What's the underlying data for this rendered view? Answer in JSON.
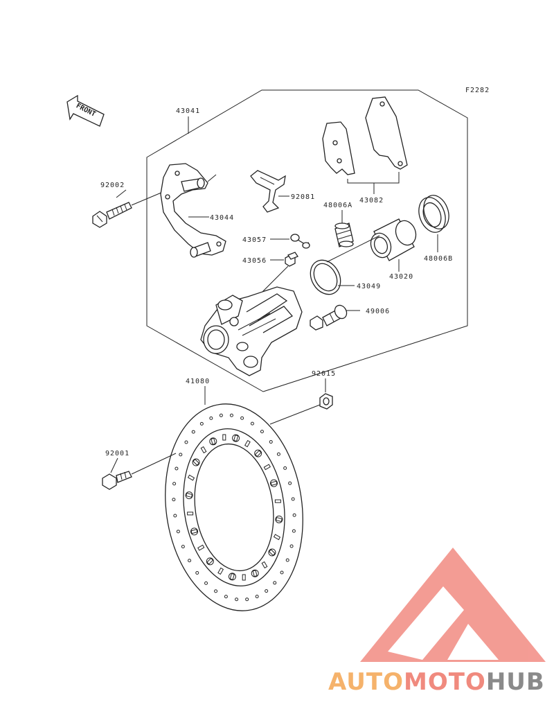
{
  "figure_code": "F2282",
  "direction_label": "FRONT",
  "labels": {
    "p43041": "43041",
    "p92002": "92002",
    "p43044": "43044",
    "p92081": "92081",
    "p43082": "43082",
    "p48006A": "48006A",
    "p43057": "43057",
    "p43056": "43056",
    "p43049": "43049",
    "p43020": "43020",
    "p48006B": "48006B",
    "p49006": "49006",
    "p92015": "92015",
    "p41080": "41080",
    "p92001": "92001"
  },
  "watermark": {
    "part1": "AUTO",
    "part2": "MOTO",
    "part3": "HUB",
    "colors": {
      "orange": "#f5b26b",
      "red": "#f08a7e",
      "gray": "#8a8a8a",
      "logo": "#f28b82"
    }
  }
}
